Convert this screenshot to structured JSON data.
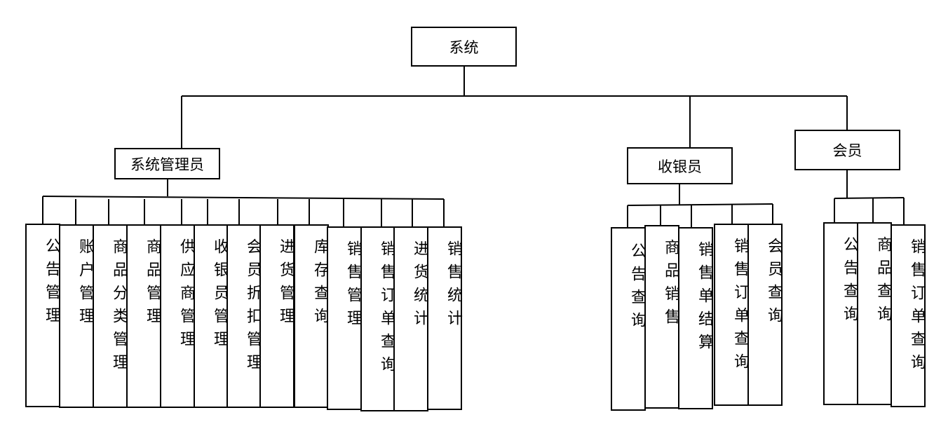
{
  "root": {
    "label": "系统"
  },
  "roles": [
    {
      "label": "系统管理员",
      "children": [
        "公告管理",
        "账户管理",
        "商品分类管理",
        "商品管理",
        "供应商管理",
        "收银员管理",
        "会员折扣管理",
        "进货管理",
        "库存查询",
        "销售管理",
        "销售订单查询",
        "进货统计",
        "销售统计"
      ]
    },
    {
      "label": "收银员",
      "children": [
        "公告查询",
        "商品销售",
        "销售单结算",
        "销售订单查询",
        "会员查询"
      ]
    },
    {
      "label": "会员",
      "children": [
        "公告查询",
        "商品查询",
        "销售订单查询"
      ]
    }
  ]
}
